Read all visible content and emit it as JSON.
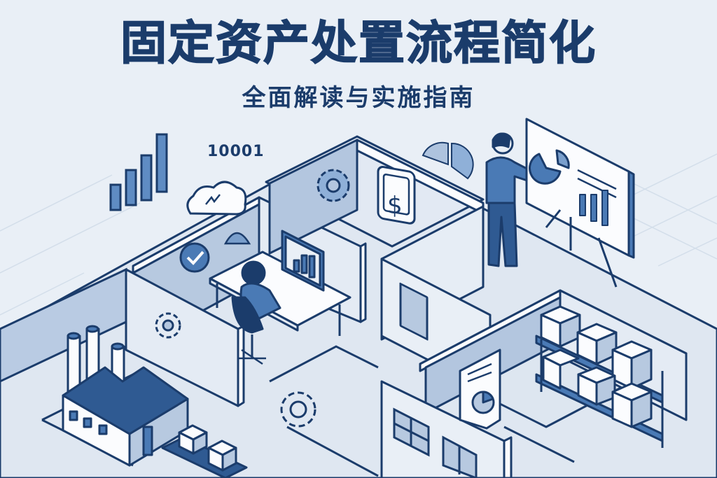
{
  "header": {
    "title": "固定资产处置流程简化",
    "subtitle": "全面解读与实施指南"
  },
  "illustration": {
    "code_label": "10001",
    "icons": [
      "bar-chart-icon",
      "cloud-icon",
      "gear-icon",
      "dollar-sign-icon",
      "pie-chart-icon",
      "check-circle-icon",
      "presentation-board-icon",
      "computer-monitor-icon",
      "factory-icon",
      "storage-shelf-icon",
      "document-report-icon",
      "box-icon"
    ],
    "colors": {
      "background": "#e9eff6",
      "primary_dark": "#1b3c6b",
      "accent_blue": "#4a7ab5",
      "light_blue": "#aec3de",
      "floor": "#dde6f0",
      "white": "#fbfcfe"
    }
  }
}
